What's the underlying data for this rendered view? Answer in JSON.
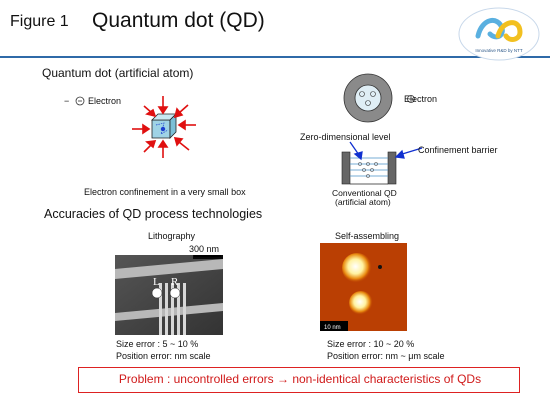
{
  "header": {
    "figure_label": "Figure 1",
    "title": "Quantum dot (QD)",
    "logo_text": "Innovative R&D by NTT"
  },
  "quantum_dot": {
    "heading": "Quantum  dot (artificial atom)",
    "electron_label_left": "Electron",
    "electron_label_right": "Electron",
    "minus_symbol": "−",
    "left_caption": "Electron confinement in a very small box",
    "zero_dim_label": "Zero-dimensional level",
    "confinement_label": "Confinement barrier",
    "conventional_caption_1": "Conventional QD",
    "conventional_caption_2": "(artificial atom)"
  },
  "precision": {
    "heading": "Accuracies of QD process technologies",
    "lithography": {
      "title": "Lithography",
      "scale_bar": "300 nm",
      "label_l": "L",
      "label_r": "R",
      "size_error": "Size error :  5 ~ 10 %",
      "position_error": "Position error:  nm scale"
    },
    "self_assembling": {
      "title": "Self-assembling",
      "scale_bar": "10 nm",
      "size_error": "Size error :  10 ~ 20 %",
      "position_error": "Position error:  nm ~ μm scale"
    }
  },
  "problem": {
    "text": "Problem : uncontrolled errors → non-identical characteristics of QDs"
  },
  "colors": {
    "accent": "#2f6aa8",
    "problem_red": "#d01a1a",
    "arrow_red": "#e01010",
    "arrow_blue": "#1030d0"
  }
}
